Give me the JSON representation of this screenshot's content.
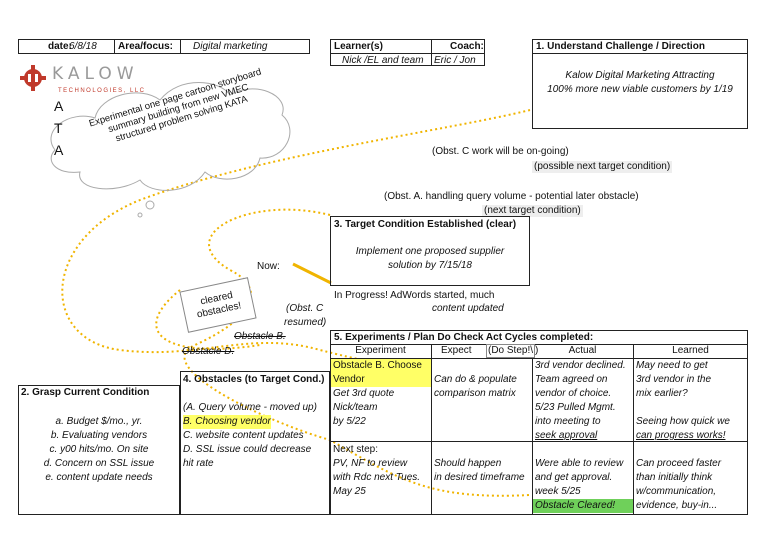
{
  "header": {
    "date_label": "date:",
    "date_value": "6/8/18",
    "area_label": "Area/focus:",
    "area_value": "Digital marketing",
    "learner_label": "Learner(s)",
    "coach_label": "Coach:",
    "learner_value": "Nick /EL  and team",
    "coach_value": "Eric / Jon"
  },
  "logo": {
    "word": "KALOW",
    "sub": "TECHNOLOGIES, LLC",
    "accent": "#c0392b"
  },
  "kata_letters": [
    "A",
    "T",
    "A"
  ],
  "cloud_text": [
    "Experimental one page cartoon storyboard",
    "summary building from new VMEC",
    "structured problem solving KATA"
  ],
  "challenge": {
    "title": "1. Understand Challenge / Direction",
    "line1": "Kalow Digital Marketing Attracting",
    "line2": "100% more new viable customers by 1/19"
  },
  "notes": {
    "obst_c": "(Obst. C work will be on-going)",
    "possible_next": "(possible next target condition)",
    "obst_a": "(Obst. A. handling query volume - potential later obstacle)",
    "next_target": "(next target condition)",
    "now": "Now:",
    "progress1": "In Progress!  AdWords started, much",
    "progress2": "content updated",
    "obst_c_resumed1": "(Obst. C",
    "obst_c_resumed2": "resumed)",
    "obstacle_b": "Obstacle B.",
    "obstacle_d": "Obstacle D.",
    "cleared1": "cleared",
    "cleared2": "obstacles!"
  },
  "target": {
    "title": "3. Target Condition Established (clear)",
    "line1": "Implement one proposed supplier",
    "line2": "solution by 7/15/18"
  },
  "grasp": {
    "title": "2. Grasp Current Condition",
    "items": [
      "a. Budget $/mo., yr.",
      "b. Evaluating vendors",
      "c.  y00 hits/mo. On site",
      "d.  Concern on SSL issue",
      "e. content update needs"
    ]
  },
  "obstacles": {
    "title": "4. Obstacles (to Target Cond.)",
    "items": [
      "(A. Query volume - moved up)",
      "B. Choosing vendor",
      "C. website content updates",
      "D. SSL issue could decrease",
      "hit rate"
    ]
  },
  "experiments": {
    "title": "5. Experiments / Plan Do Check Act Cycles completed:",
    "headers": [
      "Experiment",
      "Expect",
      "(Do Step!\\",
      ")",
      "Actual",
      "Learned"
    ],
    "row1": {
      "exp": [
        "Obstacle B.  Choose",
        "Vendor",
        "Get 3rd quote",
        "Nick/team",
        " by  5/22"
      ],
      "expect": [
        "",
        "Can do & populate",
        "comparison matrix"
      ],
      "actual": [
        "3rd vendor declined.",
        "Team agreed on",
        "vendor of  choice.",
        "5/23 Pulled Mgmt.",
        "into meeting to",
        "seek approval"
      ],
      "learned": [
        "May need to get",
        "3rd vendor in the",
        "mix earlier?",
        "",
        "Seeing how quick we",
        "can progress works!"
      ]
    },
    "row2": {
      "exp": [
        "Next step:",
        "PV, NF to review",
        "with Rdc next Tues.",
        "May 25"
      ],
      "expect": [
        "",
        "Should happen",
        "in desired timeframe"
      ],
      "actual": [
        "",
        "Were able to review",
        "and get approval.",
        "week 5/25",
        "Obstacle Cleared!"
      ],
      "learned": [
        "",
        "Can proceed faster",
        "than initially think",
        "w/communication,",
        "evidence, buy-in..."
      ]
    }
  }
}
